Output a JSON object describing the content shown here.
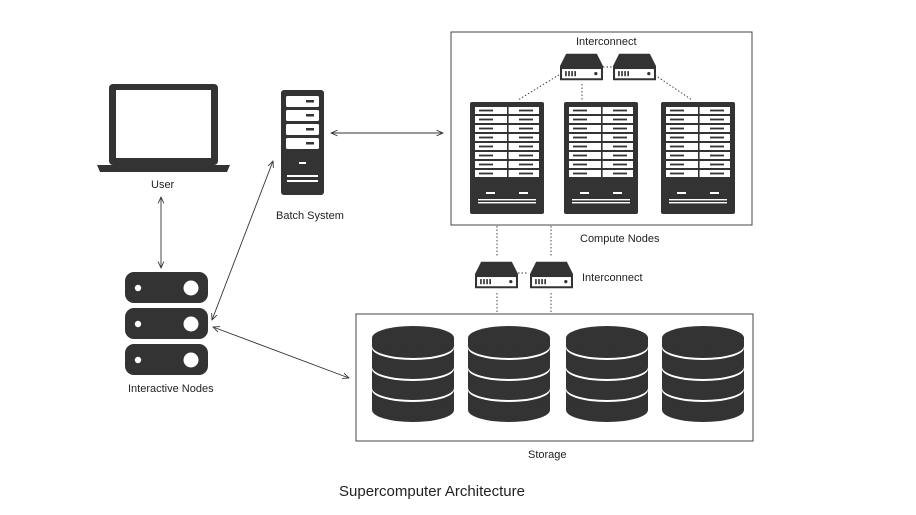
{
  "labels": {
    "user": "User",
    "batch_system": "Batch System",
    "interactive_nodes": "Interactive Nodes",
    "interconnect_top": "Interconnect",
    "compute_nodes": "Compute Nodes",
    "interconnect_mid": "Interconnect",
    "storage": "Storage"
  },
  "caption": "Supercomputer Architecture",
  "colors": {
    "icon": "#333333",
    "frame": "#444444",
    "line": "#333333",
    "background": "#ffffff"
  },
  "icons": [
    "laptop-icon",
    "tower-server-icon",
    "server-stack-icon",
    "network-switch-icon",
    "rack-server-icon",
    "database-icon"
  ]
}
